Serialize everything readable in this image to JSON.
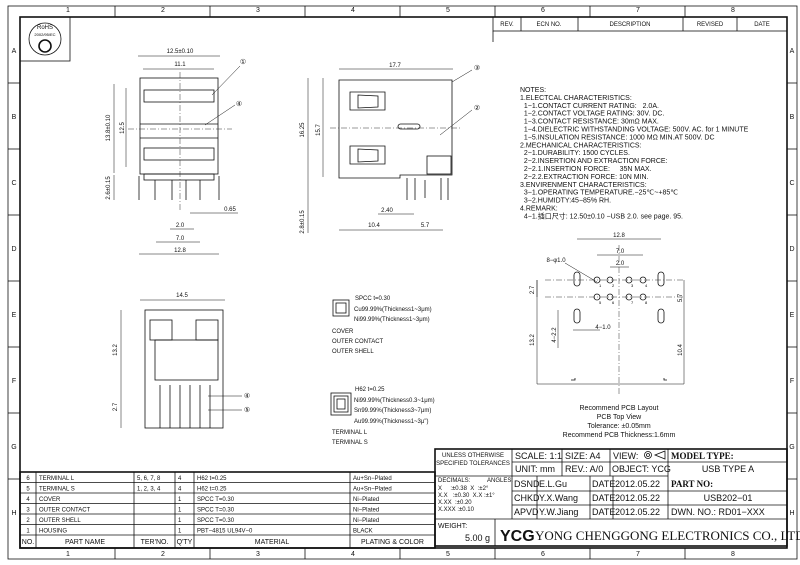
{
  "zones": {
    "columns": [
      "1",
      "2",
      "3",
      "4",
      "5",
      "6",
      "7",
      "8"
    ],
    "rows": [
      "A",
      "B",
      "C",
      "D",
      "E",
      "F",
      "G",
      "H"
    ]
  },
  "rohs": {
    "label": "RoHS",
    "date": "2002/95/EC"
  },
  "revision": {
    "headers": [
      "REV.",
      "ECN NO.",
      "DESCRIPTION",
      "REVISED",
      "DATE"
    ]
  },
  "front_view": {
    "dims": [
      "12.5±0.10",
      "11.1",
      "13.8±0.10",
      "12.5",
      "2.6±0.15",
      "0.65",
      "2.0",
      "7.0",
      "12.8"
    ],
    "callouts": [
      "①",
      "④"
    ],
    "pins": [
      "1",
      "2",
      "3",
      "4",
      "5",
      "6",
      "7",
      "8"
    ]
  },
  "side_view": {
    "dims": [
      "17.7",
      "16.25",
      "15.7",
      "2.8±0.15",
      "2.40",
      "10.4",
      "5.7"
    ],
    "callouts": [
      "③",
      "②"
    ]
  },
  "bottom_view": {
    "dims": [
      "14.5",
      "13.2",
      "2.7"
    ],
    "callouts": [
      "④",
      "⑤"
    ]
  },
  "notes": [
    "NOTES:",
    "1.ELECTCAL CHARACTERISTICS:",
    "  1−1.CONTACT CURRENT RATING:   2.0A.",
    "  1−2.CONTACT VOLTAGE RATING: 30V. DC.",
    "  1−3.CONTACT RESISTANCE: 30mΩ MAX.",
    "  1−4.DIELECTRIC WITHSTANDING VOLTAGE: 500V. AC. for 1 MINUTE",
    "  1−5.INSULATION RESISTANCE: 1000 MΩ MIN.AT 500V. DC",
    "2.MECHANICAL CHARACTERISTICS:",
    "  2−1.DURABILITY: 1500 CYCLES.",
    "  2−2.INSERTION AND EXTRACTION FORCE:",
    "  2−2.1.INSERTION FORCE:     35N MAX.",
    "  2−2.2.EXTRACTION FORCE: 10N MIN.",
    "3.ENVIRENMENT CHARACTERISTICS:",
    "  3−1.OPERATING TEMPERATURE.−25℃~+85℃",
    "  3−2.HUMIDTY:45−85% RH.",
    "4.REMARK:",
    "  4−1.插口尺寸: 12.50±0.10 −USB 2.0. see page. 95."
  ],
  "pcb": {
    "dims": [
      "12.8",
      "8−φ1.0",
      "7.0",
      "2.0",
      "2.7",
      "5.7",
      "13.2",
      "4−2.2",
      "4−1.0",
      "10.4"
    ],
    "caption": [
      "Recommend PCB Layout",
      "PCB Top View",
      "Tolerance: ±0.05mm",
      "Recommend PCB Thickness:1.6mm"
    ]
  },
  "legend": {
    "cover": {
      "base": "SPCC t=0.30",
      "layers": [
        "Cu99.99%(Thickness1~3μm)",
        "Ni99.99%(Thickness1~3μm)"
      ],
      "parts": [
        "COVER",
        "OUTER CONTACT",
        "OUTER SHELL"
      ]
    },
    "terminal": {
      "base": "H62 t=0.25",
      "layers": [
        "Ni99.99%(Thickness0.3~1μm)",
        "Sn99.99%(Thickness3~7μm)",
        "Au99.99%(Thickness1~3μ\")"
      ],
      "parts": [
        "TERMINAL L",
        "TERMINAL S"
      ]
    }
  },
  "bom": {
    "headers": [
      "NO.",
      "PART NAME",
      "TER'NO.",
      "Q'TY",
      "MATERIAL",
      "PLATING & COLOR"
    ],
    "rows": [
      [
        "6",
        "TERMINAL L",
        "5, 6, 7, 8",
        "4",
        "H62 t=0.25",
        "Au+Sn−Plated"
      ],
      [
        "5",
        "TERMINAL S",
        "1, 2, 3, 4",
        "4",
        "H62 t=0.25",
        "Au+Sn−Plated"
      ],
      [
        "4",
        "COVER",
        "",
        "1",
        "SPCC T=0.30",
        "Ni−Plated"
      ],
      [
        "3",
        "OUTER CONTACT",
        "",
        "1",
        "SPCC T=0.30",
        "Ni−Plated"
      ],
      [
        "2",
        "OUTER SHELL",
        "",
        "1",
        "SPCC T=0.30",
        "Ni−Plated"
      ],
      [
        "1",
        "HOUSING",
        "",
        "1",
        "PBT−4815 UL94V−0",
        "BLACK"
      ]
    ]
  },
  "title_block": {
    "tolerance_title": [
      "UNLESS OTHERWISE",
      "SPECIFIED TOLERANCES"
    ],
    "decimals": "DECIMALS:",
    "angles": "ANGLES:",
    "tol": [
      "X     :±0.38  X  :±2°",
      "X.X   :±0.30  X.X :±1°",
      "X.XX  :±0.20",
      "X.XXX :±0.10"
    ],
    "scale": "SCALE: 1:1",
    "size": "SIZE: A4",
    "view": "VIEW:",
    "unit": "UNIT: mm",
    "rev": "REV.: A/0",
    "object": "OBJECT: YCG",
    "model_label": "MODEL TYPE:",
    "model": "USB TYPE A",
    "part_label": "PART NO:",
    "part_no": "USB202−01",
    "dwn_no": "DWN. NO.: RD01−XXX",
    "sign": [
      [
        "DSND",
        "E.L.Gu",
        "DATE",
        "2012.05.22"
      ],
      [
        "CHKD",
        "Y.X.Wang",
        "DATE",
        "2012.05.22"
      ],
      [
        "APVD",
        "Y.W.Jiang",
        "DATE",
        "2012.05.22"
      ]
    ],
    "weight_label": "WEIGHT:",
    "weight": "5.00 g",
    "logo": "YCG",
    "company": "YONG CHENGGONG ELECTRONICS CO., LTD."
  }
}
